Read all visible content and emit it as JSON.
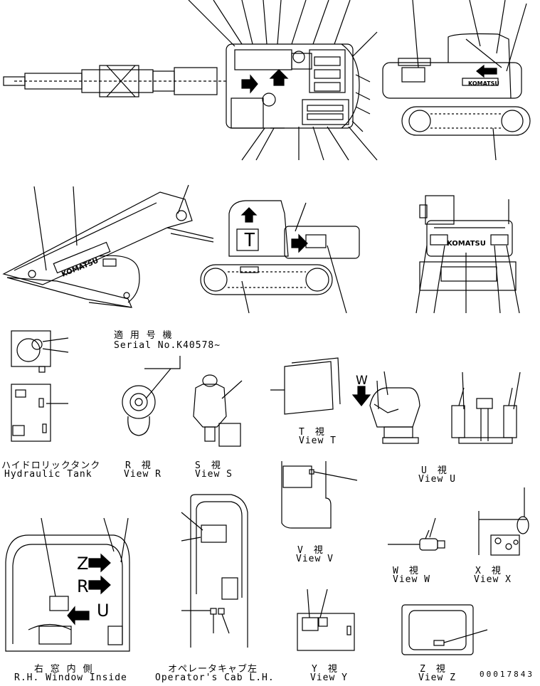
{
  "serial": {
    "ja": "適 用 号 機",
    "en": "Serial No.K40578~"
  },
  "brand": "KOMATSU",
  "views": {
    "hydraulic_tank": {
      "ja": "ハイドロリックタンク",
      "en": "Hydraulic Tank"
    },
    "r": {
      "ja": "R　視",
      "en": "View R"
    },
    "s": {
      "ja": "S　視",
      "en": "View S"
    },
    "t": {
      "ja": "T　視",
      "en": "View T"
    },
    "u": {
      "ja": "U　視",
      "en": "View U"
    },
    "v": {
      "ja": "V　視",
      "en": "View V"
    },
    "w": {
      "ja": "W　視",
      "en": "View W"
    },
    "x": {
      "ja": "X　視",
      "en": "View X"
    },
    "y": {
      "ja": "Y　視",
      "en": "View Y"
    },
    "z": {
      "ja": "Z　視",
      "en": "View Z"
    },
    "rh_window": {
      "ja": "右 窓 内 側",
      "en": "R.H. Window Inside"
    },
    "cab_lh": {
      "ja": "オペレータキャブ左",
      "en": "Operator's Cab L.H."
    }
  },
  "callout_letters": {
    "w": "W",
    "t": "T",
    "z": "Z",
    "r": "R",
    "u": "U"
  },
  "doc_number": "00017843"
}
